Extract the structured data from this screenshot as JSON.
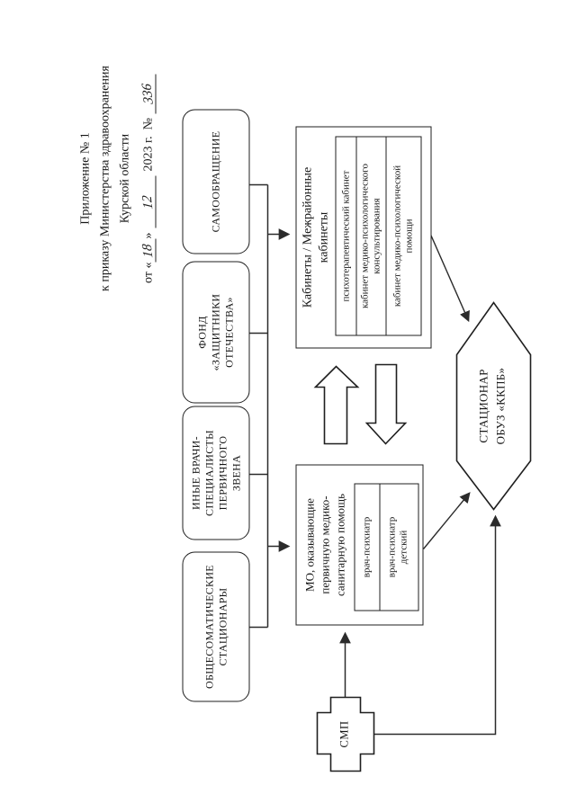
{
  "header": {
    "line1": "Приложение № 1",
    "line2": "к приказу Министерства здравоохранения",
    "line3": "Курской области",
    "date_prefix": "от «",
    "date_day": "18",
    "date_close": "»",
    "date_month": "12",
    "date_year": "2023 г.",
    "number_label": "№",
    "number_value": "336"
  },
  "sources": [
    {
      "label": "ОБЩЕСОМАТИЧЕСКИЕ СТАЦИОНАРЫ"
    },
    {
      "label": "ИНЫЕ ВРАЧИ-СПЕЦИАЛИСТЫ ПЕРВИЧНОГО ЗВЕНА"
    },
    {
      "label": "ФОНД «ЗАЩИТНИКИ ОТЕЧЕСТВА»"
    },
    {
      "label": "САМООБРАЩЕНИЕ"
    }
  ],
  "cabinets_box": {
    "title": "Кабинеты / Межрайонные кабинеты",
    "items": [
      {
        "label": "психотерапевтический кабинет"
      },
      {
        "label": "кабинет медико-психологического консультирования"
      },
      {
        "label": "кабинет медико-психологической помощи"
      }
    ]
  },
  "mo_box": {
    "title": "МО, оказывающие первичную медико-санитарную помощь",
    "items": [
      {
        "label": "врач-психиатр"
      },
      {
        "label": "врач-психиатр детский"
      }
    ]
  },
  "hospital": {
    "line1": "СТАЦИОНАР",
    "line2": "ОБУЗ «ККПБ»"
  },
  "smp": {
    "label": "СМП"
  },
  "colors": {
    "ink": "#1f1f1f",
    "paper": "#ffffff"
  }
}
